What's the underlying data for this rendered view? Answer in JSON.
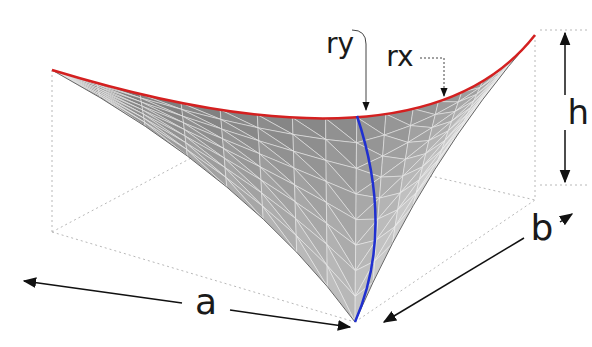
{
  "diagram": {
    "labels": [
      "ry",
      "rx",
      "h",
      "a",
      "b"
    ]
  }
}
